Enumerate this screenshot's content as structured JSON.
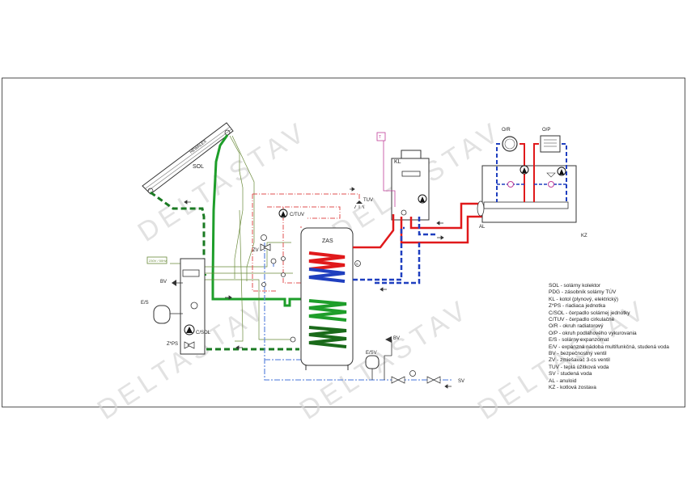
{
  "watermark": "DELTASTAV",
  "labels": {
    "sol": "SOL",
    "sol_collector_text": "HEWALEX",
    "kl": "KL",
    "or": "O/R",
    "op": "O/P",
    "al": "AL",
    "kz": "KZ",
    "tuv": "TUV",
    "ctuv": "C/TUV",
    "zv": "ZV",
    "zas": "ZAS",
    "es": "E/S",
    "esv": "E/SV",
    "bv_left": "BV",
    "bv_right": "BV",
    "csol": "C/SOL",
    "zps": "Z*PS",
    "sv": "SV",
    "voltage": "230V / 50Hz",
    "kl_sensor": "T",
    "tank_sensor": "S"
  },
  "legend": [
    "SOL - solárny kolektor",
    "PDG - zásobník solárny TÚV",
    "KL - kotol (plynový, elektrický)",
    "Z*PS - riadiaca jednotka",
    "C/SOL - čerpadlo solárnej jednotky",
    "C/TUV - čerpadlo cirkulačné",
    "O/R - okruh radiatorový",
    "O/P - okruh podlahového vykurovania",
    "E/S - solárny expanzomat",
    "E/V - expanzná nádoba multifunkčná, studená voda",
    "BV - bezpečnostný ventil",
    "ZV - zmiešavač 3-cs ventil",
    "TUV - teplá úžitková voda",
    "SV - studená voda",
    "AL - anuloid",
    "KZ - kotlová zostava"
  ],
  "colors": {
    "solar_green": "#1e9e2a",
    "dark_green": "#1a7a22",
    "hot_red": "#e0191b",
    "cold_blue": "#1f3fbf",
    "circulation_red": "#e05050",
    "light_blue": "#6a8fe0",
    "signal": "#6a8a3a",
    "sensor_magenta": "#c0409a"
  }
}
